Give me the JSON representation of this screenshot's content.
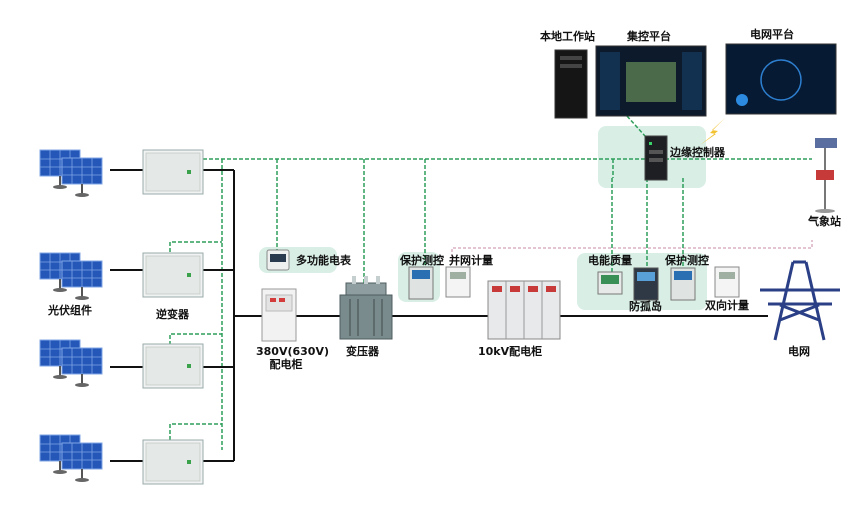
{
  "labels": {
    "local_workstation": "本地工作站",
    "central_platform": "集控平台",
    "grid_platform": "电网平台",
    "edge_controller": "边缘控制器",
    "weather_station": "气象站",
    "pv_modules": "光伏组件",
    "inverter": "逆变器",
    "multifunction_meter": "多功能电表",
    "lv_cabinet_line1": "380V(630V)",
    "lv_cabinet_line2": "配电柜",
    "transformer": "变压器",
    "protection_1": "保护测控",
    "grid_meter": "并网计量",
    "mv_cabinet": "10kV配电柜",
    "power_quality": "电能质量",
    "protection_2": "保护测控",
    "anti_islanding": "防孤岛",
    "bidirectional_meter": "双向计量",
    "grid": "电网"
  },
  "colors": {
    "comm_line": "#2e9e5a",
    "power_line": "#111111",
    "metering_line": "#c98aa6",
    "zone_fill": "#d9efe6",
    "lightning": "#f2c230",
    "tower": "#2a3f86",
    "panel": "#2557b8"
  },
  "icons": [
    "solar-panel-icon",
    "inverter-icon",
    "meter-icon",
    "cabinet-icon",
    "transformer-icon",
    "switchgear-icon",
    "protection-relay-icon",
    "server-icon",
    "monitor-icon",
    "edge-controller-icon",
    "weather-station-icon",
    "transmission-tower-icon",
    "lightning-icon"
  ]
}
